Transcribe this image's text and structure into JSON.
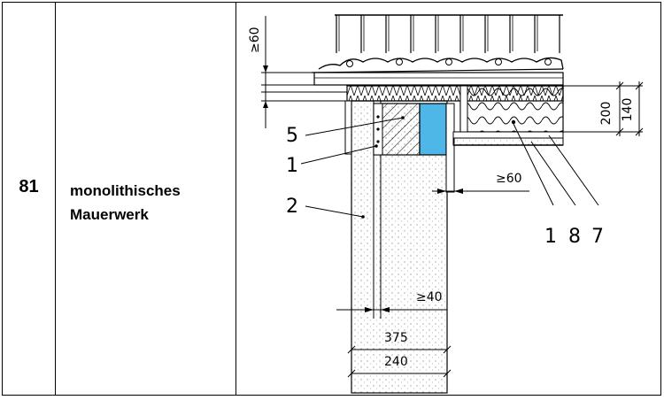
{
  "row": {
    "number": "81",
    "description_line1": "monolithisches",
    "description_line2": "Mauerwerk"
  },
  "drawing": {
    "dim_top_vertical": "≥60",
    "dim_200": "200",
    "dim_140": "140",
    "dim_right_60": "≥60",
    "dim_40": "≥40",
    "dim_375": "375",
    "dim_240": "240",
    "label_5": "5",
    "label_1_left": "1",
    "label_2": "2",
    "label_1_bottom": "1",
    "label_8": "8",
    "label_7": "7"
  },
  "colors": {
    "insulation_blue": "#4fb6e8",
    "line": "#000000"
  }
}
